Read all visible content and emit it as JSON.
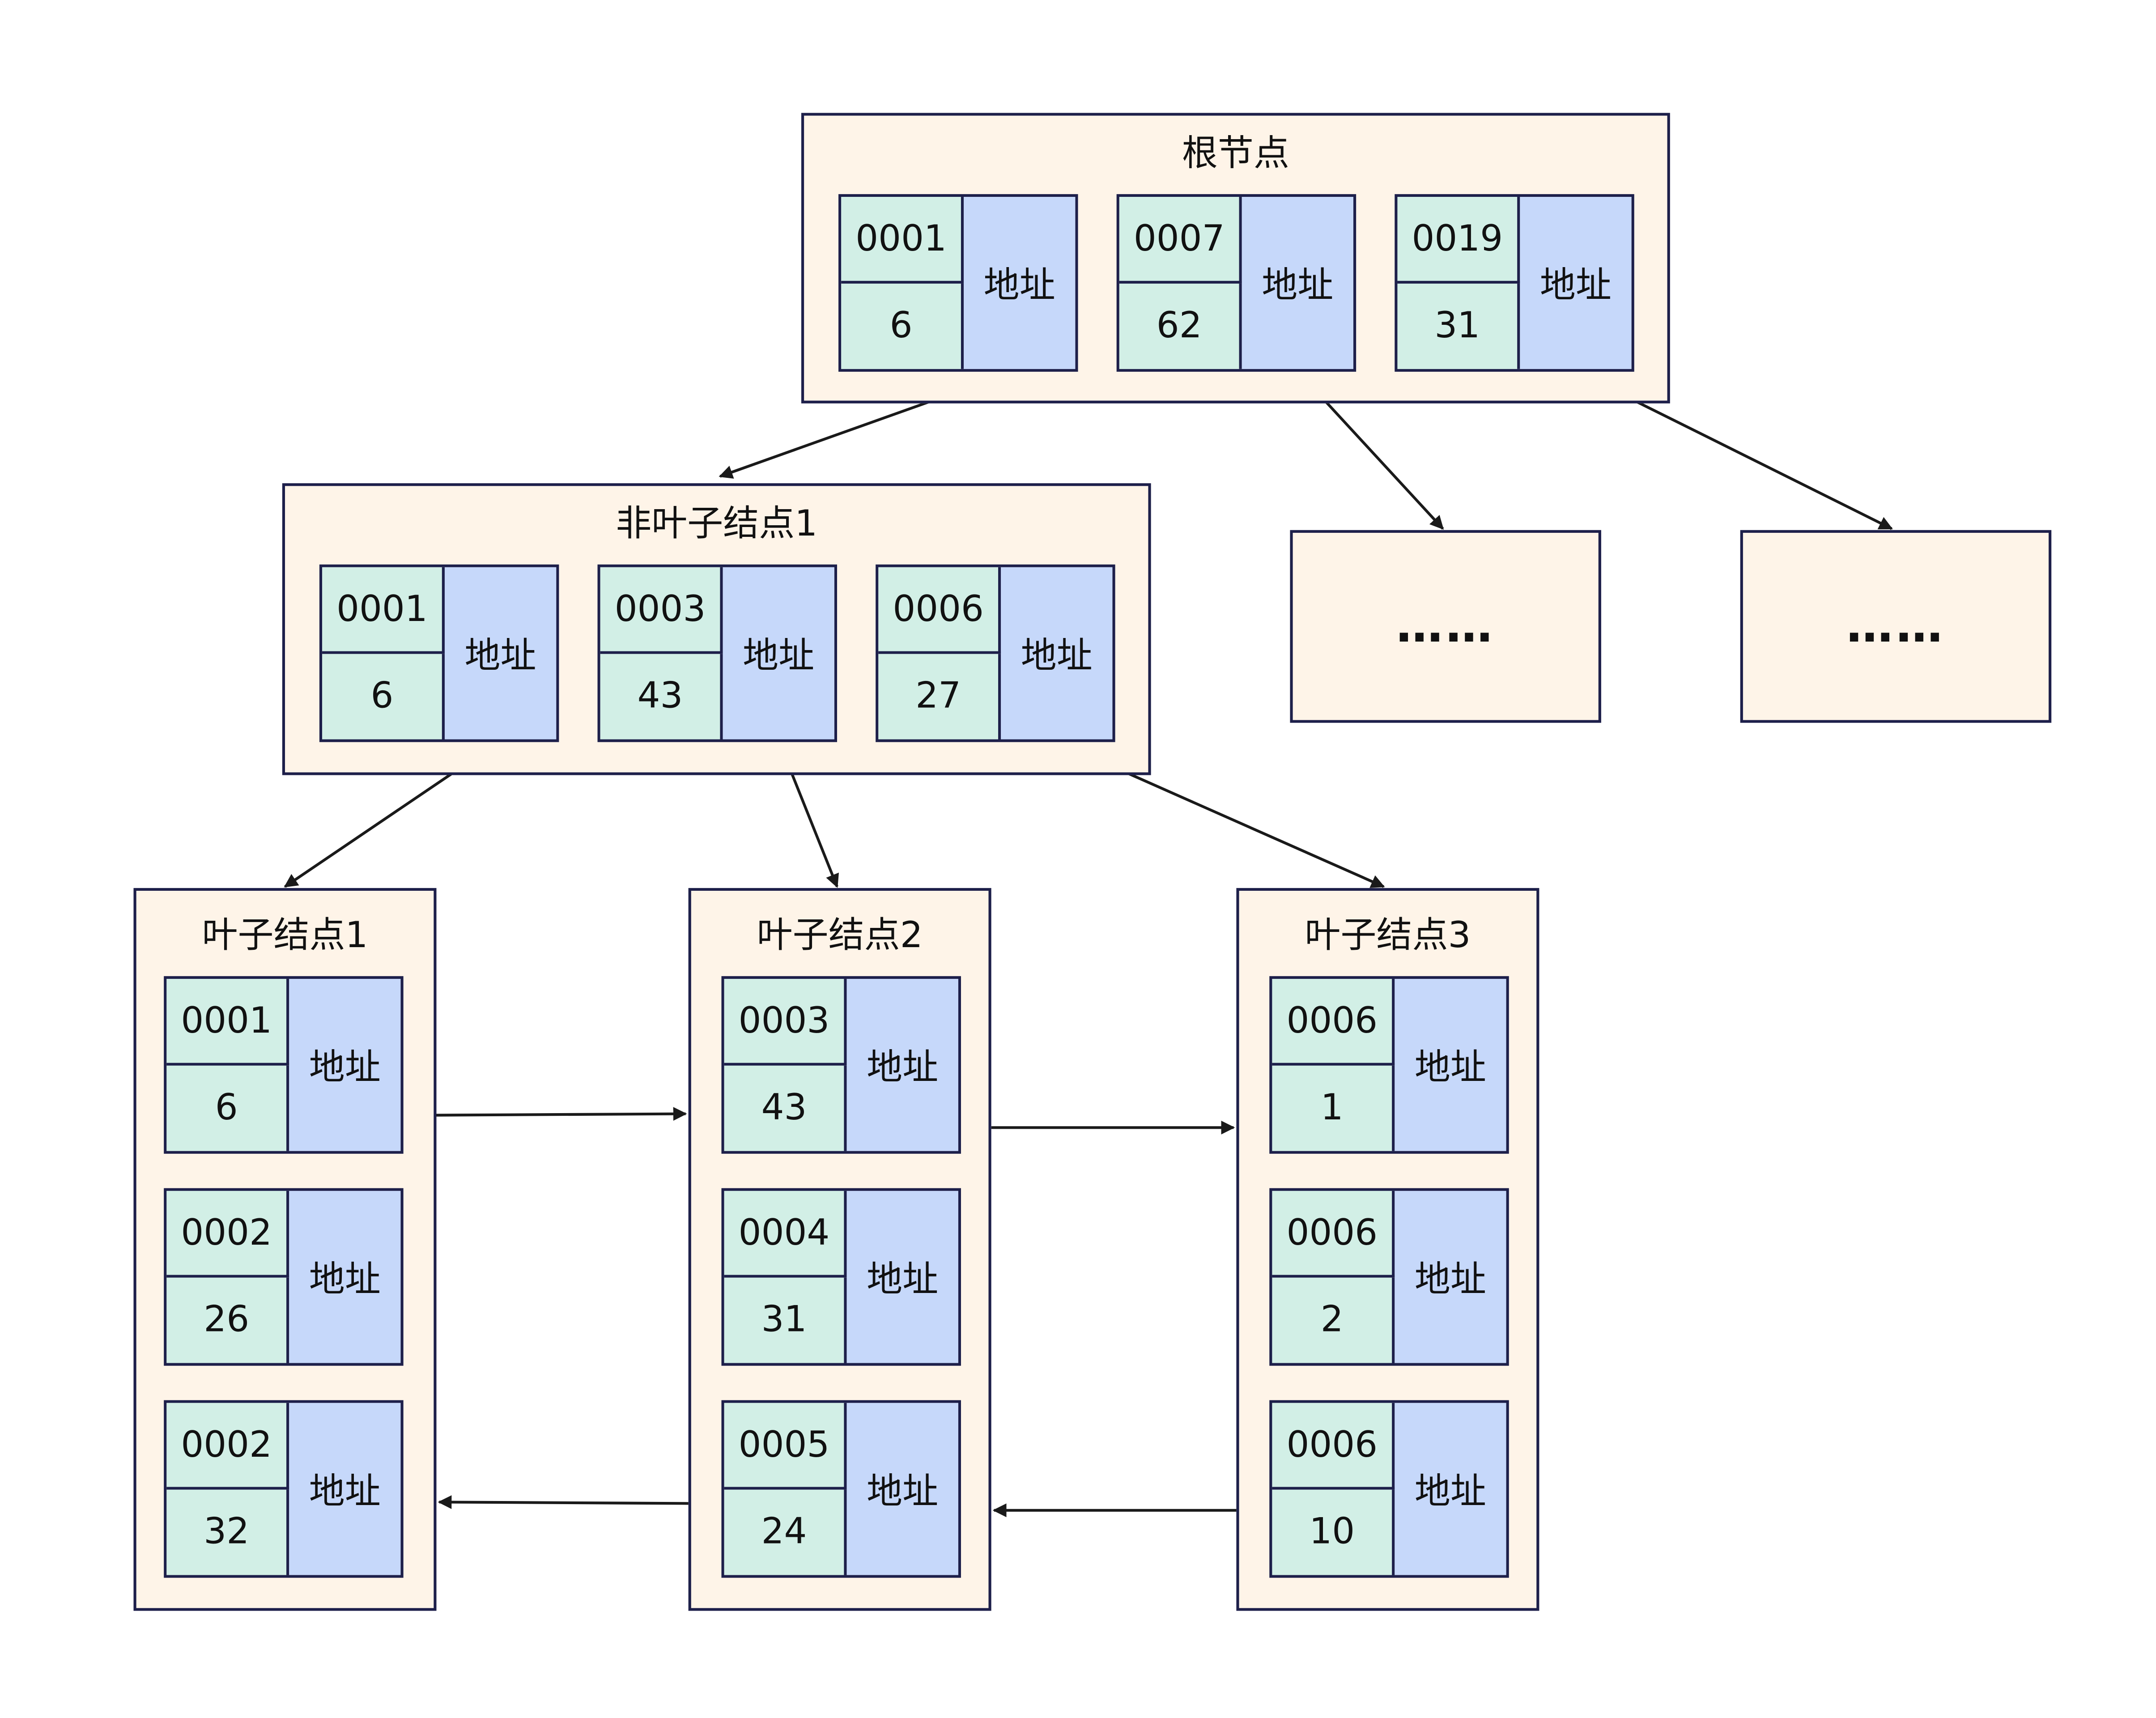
{
  "colors": {
    "node_fill": "#fef4e8",
    "key_fill": "#d2efe6",
    "address_fill": "#c6d8fa",
    "border": "#1d1f4a",
    "arrow": "#1a1a1a"
  },
  "root": {
    "title": "根节点",
    "entries": [
      {
        "key": "0001",
        "value": "6",
        "address": "地址"
      },
      {
        "key": "0007",
        "value": "62",
        "address": "地址"
      },
      {
        "key": "0019",
        "value": "31",
        "address": "地址"
      }
    ]
  },
  "nonleaf": {
    "title": "非叶子结点1",
    "entries": [
      {
        "key": "0001",
        "value": "6",
        "address": "地址"
      },
      {
        "key": "0003",
        "value": "43",
        "address": "地址"
      },
      {
        "key": "0006",
        "value": "27",
        "address": "地址"
      }
    ]
  },
  "placeholders": [
    {
      "text": "……"
    },
    {
      "text": "……"
    }
  ],
  "leaves": [
    {
      "title": "叶子结点1",
      "entries": [
        {
          "key": "0001",
          "value": "6",
          "address": "地址"
        },
        {
          "key": "0002",
          "value": "26",
          "address": "地址"
        },
        {
          "key": "0002",
          "value": "32",
          "address": "地址"
        }
      ]
    },
    {
      "title": "叶子结点2",
      "entries": [
        {
          "key": "0003",
          "value": "43",
          "address": "地址"
        },
        {
          "key": "0004",
          "value": "31",
          "address": "地址"
        },
        {
          "key": "0005",
          "value": "24",
          "address": "地址"
        }
      ]
    },
    {
      "title": "叶子结点3",
      "entries": [
        {
          "key": "0006",
          "value": "1",
          "address": "地址"
        },
        {
          "key": "0006",
          "value": "2",
          "address": "地址"
        },
        {
          "key": "0006",
          "value": "10",
          "address": "地址"
        }
      ]
    }
  ]
}
